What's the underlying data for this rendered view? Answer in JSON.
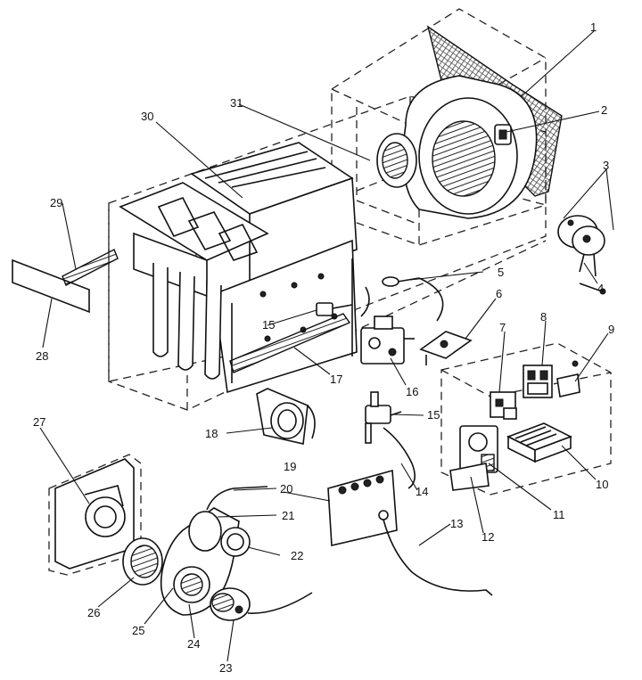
{
  "callouts": {
    "c1": "1",
    "c2": "2",
    "c3": "3",
    "c4": "4",
    "c5": "5",
    "c6": "6",
    "c7": "7",
    "c8": "8",
    "c9": "9",
    "c10": "10",
    "c11": "11",
    "c12": "12",
    "c13": "13",
    "c14": "14",
    "c15a": "15",
    "c15b": "15",
    "c16": "16",
    "c17": "17",
    "c18": "18",
    "c19": "19",
    "c20": "20",
    "c21": "21",
    "c22": "22",
    "c23": "23",
    "c24": "24",
    "c25": "25",
    "c26": "26",
    "c27": "27",
    "c28": "28",
    "c29": "29",
    "c30": "30",
    "c31": "31"
  }
}
